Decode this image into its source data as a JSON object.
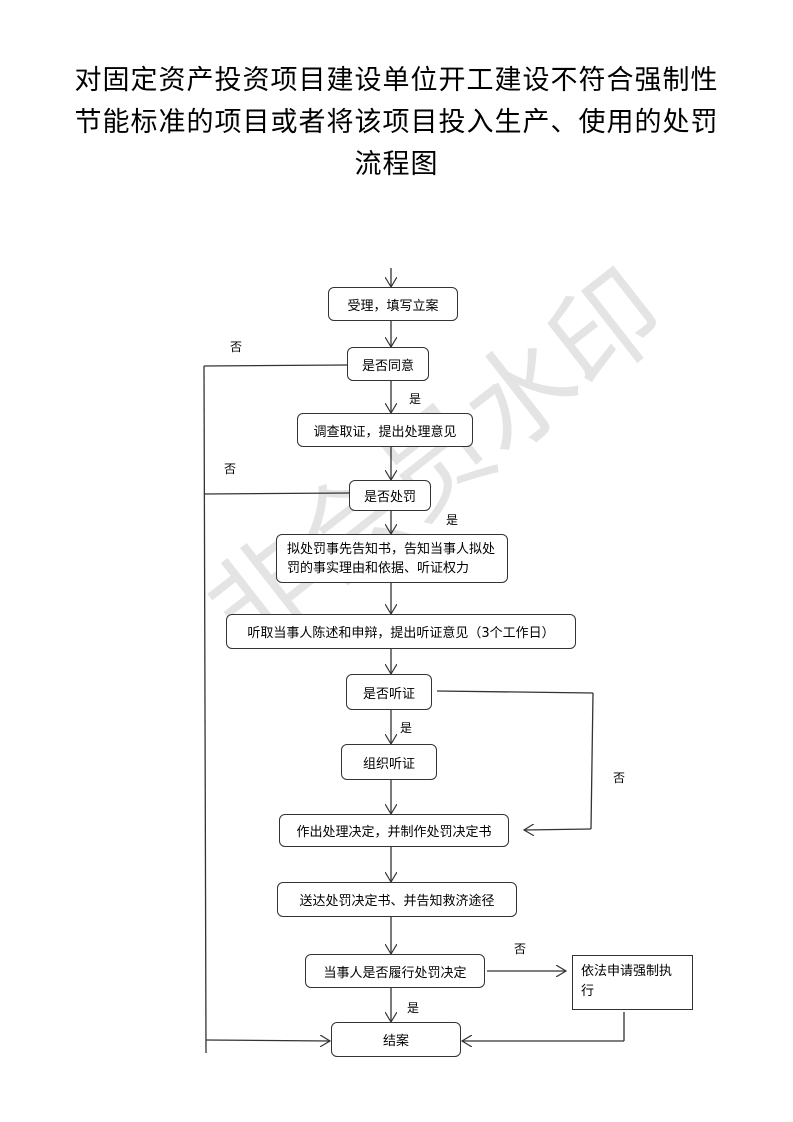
{
  "title": {
    "line1": "对固定资产投资项目建设单位开工建设不符合强制性",
    "line2": "节能标准的项目或者将该项目投入生产、使用的处罚",
    "line3": "流程图"
  },
  "watermark": "非会员水印",
  "nodes": {
    "accept": "受理，填写立案",
    "agree": "是否同意",
    "investigate": "调查取证，提出处理意见",
    "punish": "是否处罚",
    "notify": "拟处罚事先告知书，告知当事人拟处罚的事实理由和依据、听证权力",
    "hear_stmt": "听取当事人陈述和申辩，提出听证意见（3个工作日）",
    "hearing_q": "是否听证",
    "organize": "组织听证",
    "decide": "作出处理决定，并制作处罚决定书",
    "deliver": "送达处罚决定书、并告知救济途径",
    "fulfill_q": "当事人是否履行处罚决定",
    "enforce": "依法申请强制执行",
    "close": "结案"
  },
  "labels": {
    "no_agree": "否",
    "no_punish": "否",
    "no_hearing": "否",
    "no_fulfill": "否",
    "yes_agree": "是",
    "yes_punish": "是",
    "yes_hearing": "是",
    "yes_fulfill": "是"
  }
}
